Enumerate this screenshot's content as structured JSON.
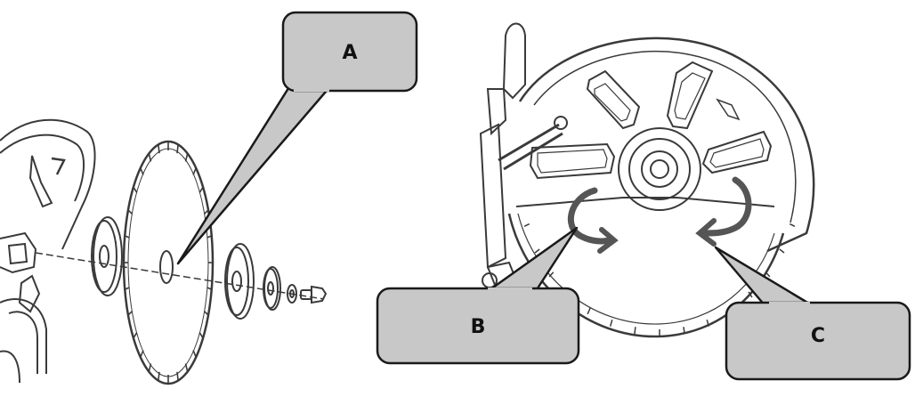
{
  "callouts": {
    "a": {
      "label": "A"
    },
    "b": {
      "label": "B"
    },
    "c": {
      "label": "C"
    }
  },
  "colors": {
    "callout_fill": "#c8c8c8",
    "callout_stroke": "#1a1a1a",
    "line_art": "#3a3a3a",
    "arrow": "#555555",
    "background": "#ffffff"
  },
  "icons": {
    "left_figure": "blade-assembly-exploded-view",
    "right_figure": "blade-guard-rotation-view",
    "rotation_arrows": "curved-arrow-icon"
  }
}
